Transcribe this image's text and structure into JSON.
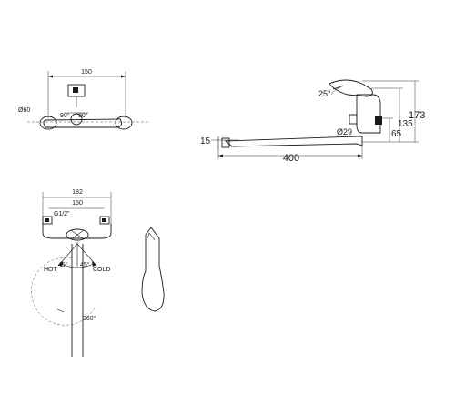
{
  "colors": {
    "line": "#1a1a1a",
    "background": "#ffffff",
    "accent_block": "#1a1a1a"
  },
  "front_view": {
    "width_dim": "150",
    "diameter_label": "Ø60",
    "angle_left": "90°",
    "angle_right": "90°"
  },
  "side_view": {
    "lever_angle": "25°",
    "spout_dim": "15",
    "spout_length": "400",
    "diameter_label": "Ø29",
    "height_total": "173",
    "height_mid": "135",
    "height_low": "65"
  },
  "bottom_view": {
    "overall_width": "182",
    "center_width": "150",
    "thread_label": "G1/2\"",
    "hot_label": "HOT",
    "cold_label": "COLD",
    "angle_left": "45°",
    "angle_right": "45°",
    "swivel_angle": "360°"
  }
}
